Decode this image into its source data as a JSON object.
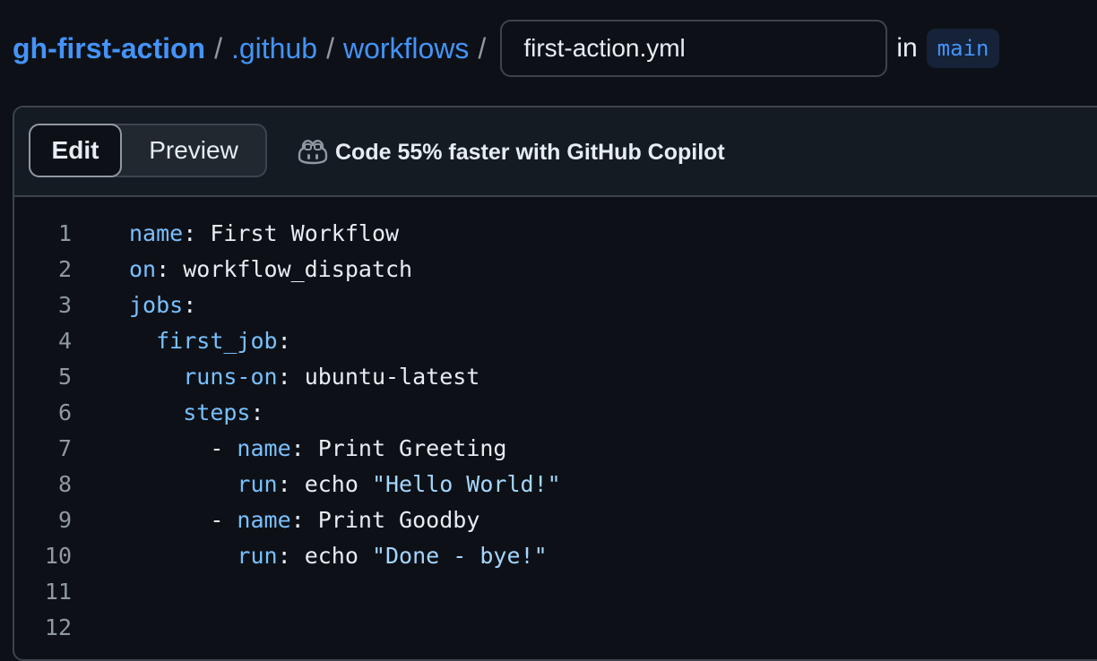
{
  "breadcrumb": {
    "repo": "gh-first-action",
    "dir1": ".github",
    "dir2": "workflows",
    "separator": "/"
  },
  "filename": {
    "value": "first-action.yml"
  },
  "branch": {
    "in_label": "in",
    "name": "main"
  },
  "editor": {
    "tabs": {
      "edit": "Edit",
      "preview": "Preview",
      "active": "Edit"
    },
    "copilot_text": "Code 55% faster with GitHub Copilot",
    "copilot_icon": "copilot-icon"
  },
  "code": {
    "lines": [
      {
        "num": "1",
        "indent": "",
        "key": "name",
        "dash": "",
        "value": " First Workflow",
        "string": ""
      },
      {
        "num": "2",
        "indent": "",
        "key": "on",
        "dash": "",
        "value": " workflow_dispatch",
        "string": ""
      },
      {
        "num": "3",
        "indent": "",
        "key": "jobs",
        "dash": "",
        "value": "",
        "string": ""
      },
      {
        "num": "4",
        "indent": "  ",
        "key": "first_job",
        "dash": "",
        "value": "",
        "string": ""
      },
      {
        "num": "5",
        "indent": "    ",
        "key": "runs-on",
        "dash": "",
        "value": " ubuntu-latest",
        "string": ""
      },
      {
        "num": "6",
        "indent": "    ",
        "key": "steps",
        "dash": "",
        "value": "",
        "string": ""
      },
      {
        "num": "7",
        "indent": "      ",
        "key": "name",
        "dash": "- ",
        "value": " Print Greeting",
        "string": ""
      },
      {
        "num": "8",
        "indent": "        ",
        "key": "run",
        "dash": "",
        "value": " echo ",
        "string": "\"Hello World!\""
      },
      {
        "num": "9",
        "indent": "      ",
        "key": "name",
        "dash": "- ",
        "value": " Print Goodby",
        "string": ""
      },
      {
        "num": "10",
        "indent": "        ",
        "key": "run",
        "dash": "",
        "value": " echo ",
        "string": "\"Done - bye!\""
      },
      {
        "num": "11",
        "indent": "",
        "key": "",
        "dash": "",
        "value": "",
        "string": ""
      },
      {
        "num": "12",
        "indent": "",
        "key": "",
        "dash": "",
        "value": "",
        "string": ""
      }
    ]
  },
  "colors": {
    "background": "#0d1117",
    "link": "#4493f8",
    "yaml_key": "#79c0ff",
    "yaml_string": "#a5d6ff",
    "text": "#e6edf3",
    "muted": "#9198a1",
    "border": "#3d444d"
  }
}
